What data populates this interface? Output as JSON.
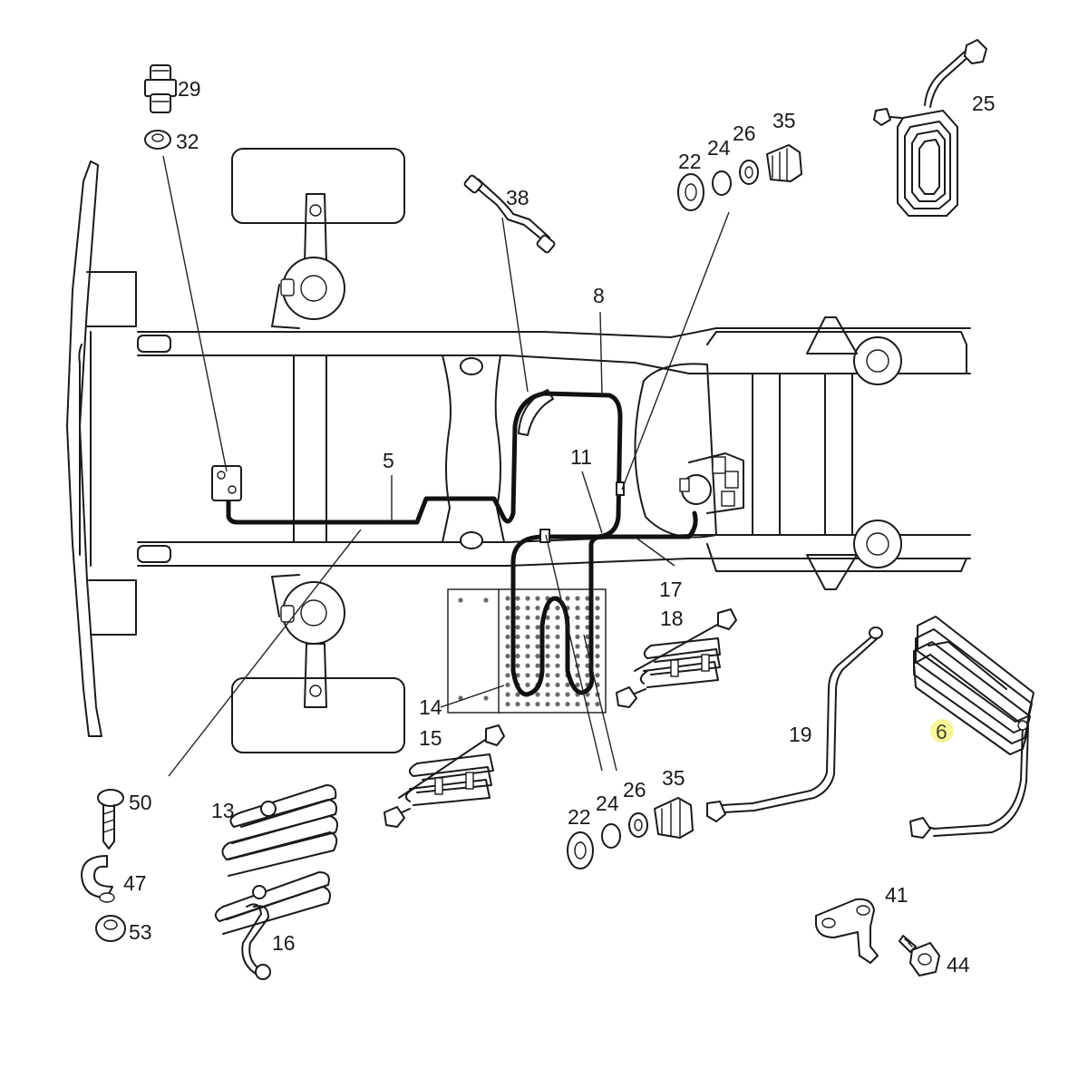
{
  "diagram": {
    "highlight_color": "#f6f59a",
    "callouts": [
      {
        "id": "c29",
        "text": "29"
      },
      {
        "id": "c32",
        "text": "32"
      },
      {
        "id": "c38",
        "text": "38"
      },
      {
        "id": "c22a",
        "text": "22"
      },
      {
        "id": "c24a",
        "text": "24"
      },
      {
        "id": "c26a",
        "text": "26"
      },
      {
        "id": "c35a",
        "text": "35"
      },
      {
        "id": "c25",
        "text": "25"
      },
      {
        "id": "c8",
        "text": "8"
      },
      {
        "id": "c5",
        "text": "5"
      },
      {
        "id": "c11",
        "text": "11"
      },
      {
        "id": "c17",
        "text": "17"
      },
      {
        "id": "c18",
        "text": "18"
      },
      {
        "id": "c14",
        "text": "14"
      },
      {
        "id": "c15",
        "text": "15"
      },
      {
        "id": "c13",
        "text": "13"
      },
      {
        "id": "c16",
        "text": "16"
      },
      {
        "id": "c50",
        "text": "50"
      },
      {
        "id": "c47",
        "text": "47"
      },
      {
        "id": "c53",
        "text": "53"
      },
      {
        "id": "c22b",
        "text": "22"
      },
      {
        "id": "c24b",
        "text": "24"
      },
      {
        "id": "c26b",
        "text": "26"
      },
      {
        "id": "c35b",
        "text": "35"
      },
      {
        "id": "c19",
        "text": "19"
      },
      {
        "id": "c6",
        "text": "6"
      },
      {
        "id": "c41",
        "text": "41"
      },
      {
        "id": "c44",
        "text": "44"
      }
    ]
  }
}
